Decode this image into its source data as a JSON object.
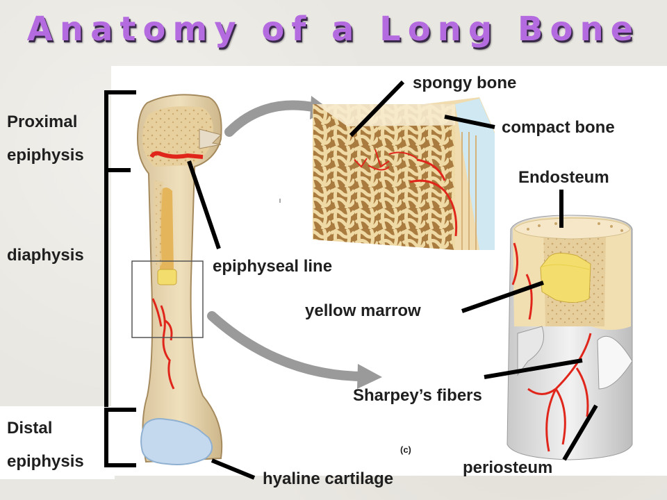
{
  "title": "Anatomy of a Long Bone",
  "labels": {
    "proximal_line1": "Proximal",
    "proximal_line2": "epiphysis",
    "diaphysis": "diaphysis",
    "distal_line1": "Distal",
    "distal_line2": "epiphysis",
    "spongy_bone": "spongy bone",
    "compact_bone": "compact bone",
    "endosteum": "Endosteum",
    "epiphyseal_line": "epiphyseal line",
    "yellow_marrow": "yellow marrow",
    "sharpeys_fibers": "Sharpey’s fibers",
    "periosteum": "periosteum",
    "hyaline_cartilage": "hyaline cartilage",
    "panel_letter": "(c)"
  },
  "colors": {
    "title": "#b46be0",
    "bone": "#e8d4a8",
    "spongy": "#d9b574",
    "marrow": "#f1dc6a",
    "vessel": "#e0261b",
    "cartilage": "#bcd4ec",
    "leader": "#000000"
  }
}
